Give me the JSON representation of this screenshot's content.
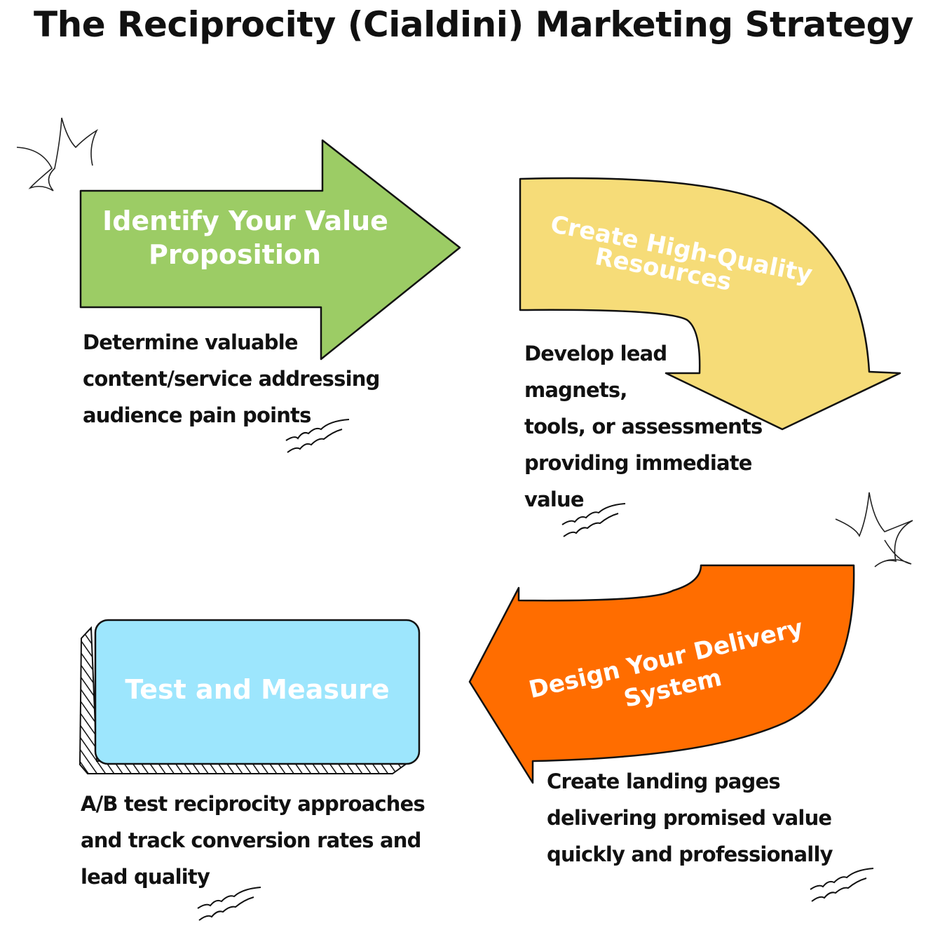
{
  "title": "The Reciprocity (Cialdini) Marketing Strategy",
  "steps": [
    {
      "title_line1": "Identify Your Value",
      "title_line2": "Proposition",
      "description_lines": [
        "Determine valuable",
        "content/service addressing",
        "audience pain points"
      ],
      "shape": "right-arrow",
      "color": "#9ccc65"
    },
    {
      "title_line1": "Create High-Quality",
      "title_line2": "Resources",
      "description_lines": [
        "Develop lead",
        "magnets,",
        "tools, or assessments",
        "providing immediate",
        "value"
      ],
      "shape": "curved-down-arrow",
      "color": "#f6dc78"
    },
    {
      "title_line1": "Design Your Delivery",
      "title_line2": "System",
      "description_lines": [
        "Create landing pages",
        "delivering promised value",
        "quickly and professionally"
      ],
      "shape": "curved-left-arrow",
      "color": "#ff6d00"
    },
    {
      "title_line1": "Test and Measure",
      "description_lines": [
        "A/B test reciprocity approaches",
        "and track conversion rates and",
        "lead quality"
      ],
      "shape": "rounded-box",
      "color": "#9de6fd"
    }
  ]
}
